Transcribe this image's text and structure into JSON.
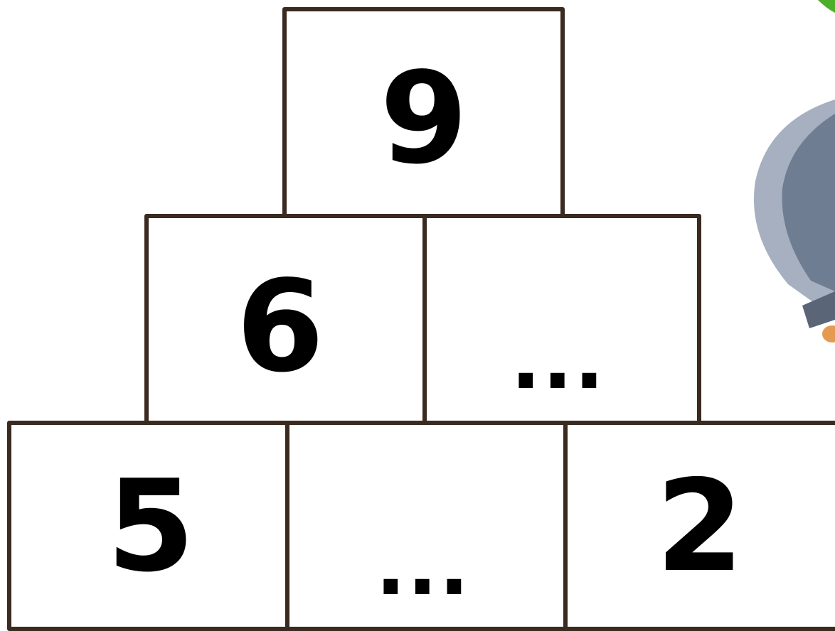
{
  "pyramid": {
    "top": {
      "value": "9"
    },
    "middle": [
      {
        "value": "6"
      },
      {
        "value": "..."
      }
    ],
    "bottom": [
      {
        "value": "5"
      },
      {
        "value": "..."
      },
      {
        "value": "2"
      }
    ]
  },
  "colors": {
    "border": "#3a2a20",
    "text": "#000000",
    "blade_light": "#a7b0c0",
    "blade_dark": "#6f7d93",
    "leaf_green": "#4caf2a",
    "handle_orange": "#e59a52"
  },
  "icons": [
    "sword-icon",
    "leaf-icon"
  ]
}
